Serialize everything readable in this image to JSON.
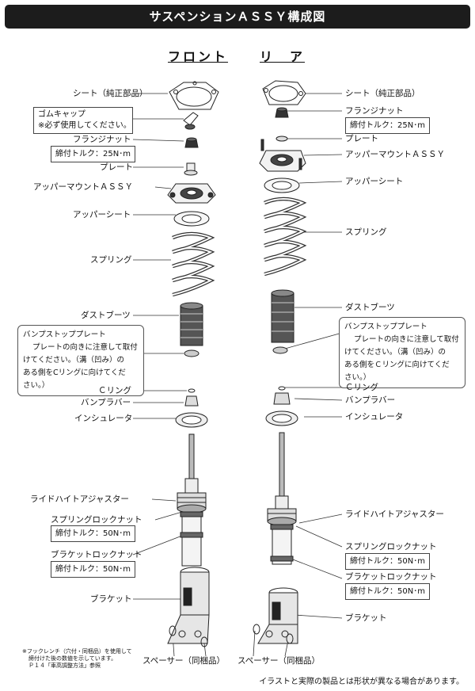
{
  "title": "サスペンションＡＳＳＹ構成図",
  "headings": {
    "front": "フロント",
    "rear": "リ　ア"
  },
  "front": {
    "sheet": "シート（純正部品）",
    "rubber_cap": "ゴムキャップ",
    "rubber_cap_note": "※必ず使用してください。",
    "flange_nut": "フランジナット",
    "flange_torque": "締付トルク：25N･m",
    "plate": "プレート",
    "upper_mount": "アッパーマウントＡＳＳＹ",
    "upper_sheet": "アッパーシート",
    "spring": "スプリング",
    "dust_boots": "ダストブーツ",
    "bump_plate": "バンプストッププレート",
    "bump_plate_note": [
      "プレートの向きに注意して取付",
      "けてください。（溝（凹み）の",
      "ある側をCリングに向けてくだ",
      "さい。）"
    ],
    "c_ring": "Ｃリング",
    "bump_rubber": "バンプラバー",
    "insulator": "インシュレータ",
    "ride_height": "ライドハイトアジャスター",
    "spring_locknut": "スプリングロックナット",
    "spring_torque": "締付トルク：50N･m",
    "bracket_locknut": "ブラケットロックナット",
    "bracket_torque": "締付トルク：50N･m",
    "bracket": "ブラケット",
    "spacer": "スペーサー（同梱品）",
    "footnote": [
      "※フックレンチ（穴付・同梱品）を使用して",
      "締付けた後の数値を示しています。",
      "Ｐ１４「車高調整方法」参照"
    ]
  },
  "rear": {
    "sheet": "シート（純正部品）",
    "flange_nut": "フランジナット",
    "flange_torque": "締付トルク：25N･m",
    "plate": "プレート",
    "upper_mount": "アッパーマウントＡＳＳＹ",
    "upper_sheet": "アッパーシート",
    "spring": "スプリング",
    "dust_boots": "ダストブーツ",
    "bump_plate": "バンプストッププレート",
    "bump_plate_note": [
      "プレートの向きに注意して取付",
      "けてください。（溝（凹み）の",
      "ある側をＣリングに向けてくだ",
      "さい。）"
    ],
    "c_ring": "Ｃリング",
    "bump_rubber": "バンプラバー",
    "insulator": "インシュレータ",
    "ride_height": "ライドハイトアジャスター",
    "spring_locknut": "スプリングロックナット",
    "spring_torque": "締付トルク：50N･m",
    "bracket_locknut": "ブラケットロックナット",
    "bracket_torque": "締付トルク：50N･m",
    "bracket": "ブラケット",
    "spacer": "スペーサー（同梱品）"
  },
  "disclaimer": "イラストと実際の製品とは形状が異なる場合があります。"
}
